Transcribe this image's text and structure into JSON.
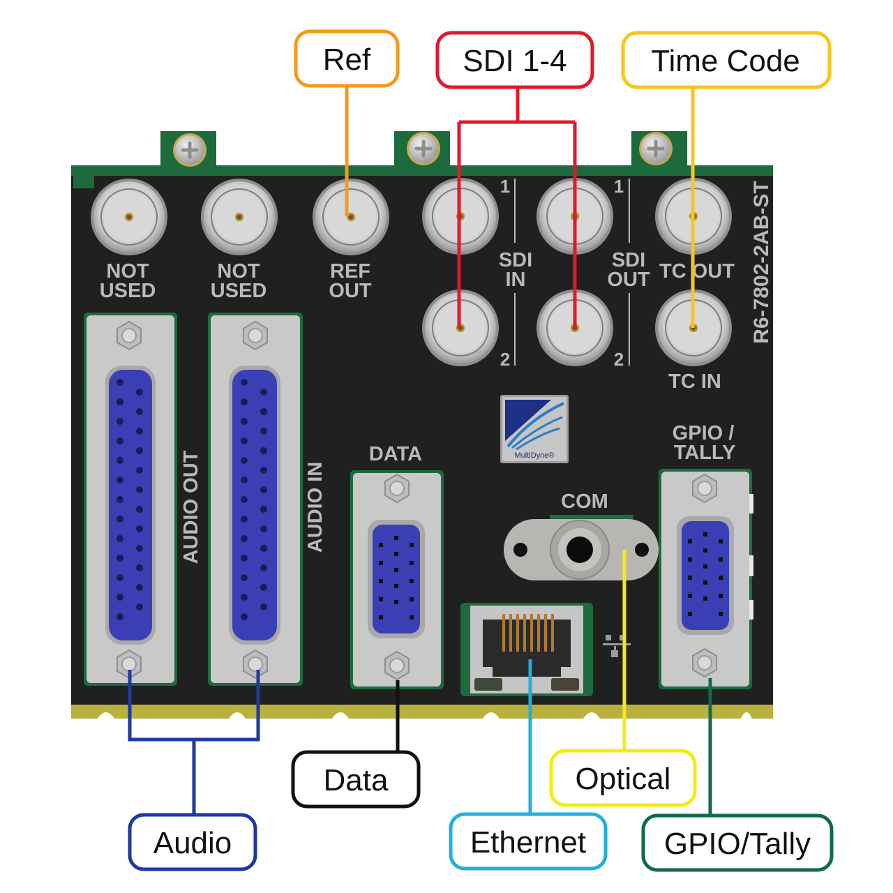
{
  "board": {
    "model": "R6-7802-2AB-ST",
    "logo_text": "MultiDyne®",
    "colors": {
      "panel": "#202020",
      "pcb_green": "#1d6b3c",
      "pcb_gold": "#b8b13e",
      "connector_silver": "#c9c9c9",
      "dsub_blue": "#3b3fb5",
      "label_gray": "#b9b9b9"
    }
  },
  "port_labels": {
    "not_used_1": [
      "NOT",
      "USED"
    ],
    "not_used_2": [
      "NOT",
      "USED"
    ],
    "ref_out": [
      "REF",
      "OUT"
    ],
    "sdi_in": [
      "SDI",
      "IN"
    ],
    "sdi_out": [
      "SDI",
      "OUT"
    ],
    "sdi_num_1": "1",
    "sdi_num_2": "2",
    "tc_out": "TC OUT",
    "tc_in": "TC IN",
    "audio_out": "AUDIO OUT",
    "audio_in": "AUDIO IN",
    "data": "DATA",
    "com": "COM",
    "gpio_tally": [
      "GPIO /",
      "TALLY"
    ]
  },
  "callouts": [
    {
      "id": "ref",
      "text": "Ref",
      "color": "#f39a1e"
    },
    {
      "id": "sdi",
      "text": "SDI 1-4",
      "color": "#e0192d"
    },
    {
      "id": "timecode",
      "text": "Time Code",
      "color": "#f9c51a"
    },
    {
      "id": "audio",
      "text": "Audio",
      "color": "#1f3a9e"
    },
    {
      "id": "data",
      "text": "Data",
      "color": "#111111"
    },
    {
      "id": "optical",
      "text": "Optical",
      "color": "#f5ea13"
    },
    {
      "id": "ethernet",
      "text": "Ethernet",
      "color": "#1fb0e0"
    },
    {
      "id": "gpio",
      "text": "GPIO/Tally",
      "color": "#126a4e"
    }
  ]
}
